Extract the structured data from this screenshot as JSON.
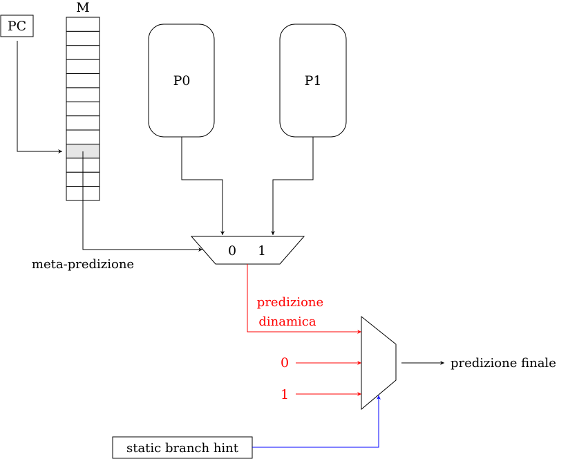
{
  "diagram": {
    "pc": {
      "label": "PC"
    },
    "memory": {
      "label": "M",
      "rows": 13,
      "highlighted_row": 9,
      "highlight_color": "#e6e6e6"
    },
    "predictors": [
      {
        "label": "P0"
      },
      {
        "label": "P1"
      }
    ],
    "meta_mux": {
      "inputs": [
        "0",
        "1"
      ]
    },
    "meta_label": "meta-predizione",
    "dynamic_label": [
      "predizione",
      "dinamica"
    ],
    "final_mux": {
      "const_inputs": [
        "0",
        "1"
      ]
    },
    "output_label": "predizione finale",
    "hint_box": {
      "label": "static branch hint"
    },
    "colors": {
      "line": "#000000",
      "dynamic": "#ff0000",
      "hint": "#0000ff",
      "highlight": "#e6e6e6"
    }
  }
}
